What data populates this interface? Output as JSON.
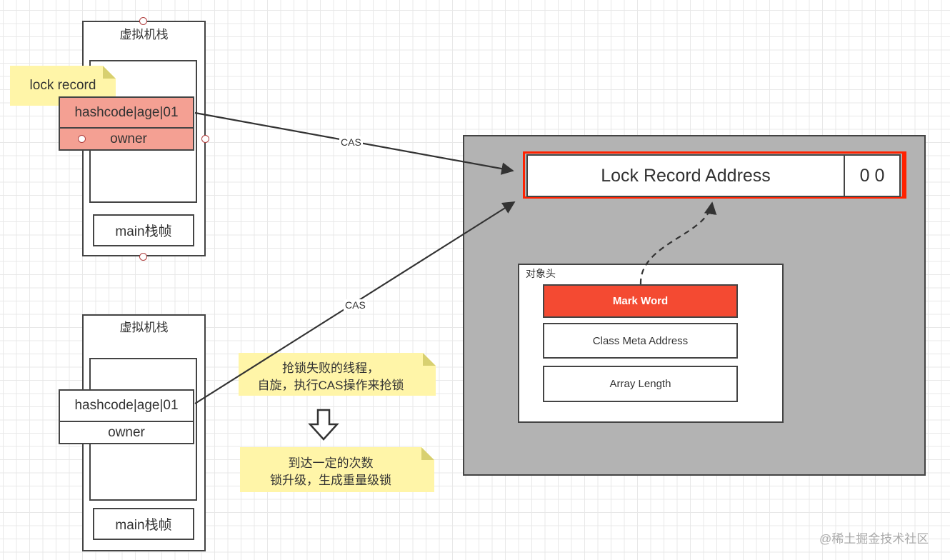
{
  "colors": {
    "owner_cell_fill": "#f4a093",
    "mark_word_fill": "#f44a32",
    "lock_record_border": "#ff2200",
    "object_panel_fill": "#b3b3b3",
    "note_fill": "#fff5a8"
  },
  "thread1": {
    "stack_title": "虚拟机栈",
    "lock_record_note": "lock record",
    "hash_cell": "hashcode|age|01",
    "owner_cell": "owner",
    "main_frame": "main栈帧"
  },
  "thread2": {
    "stack_title": "虚拟机栈",
    "hash_cell": "hashcode|age|01",
    "owner_cell": "owner",
    "main_frame": "main栈帧"
  },
  "arrows": {
    "cas_top": "CAS",
    "cas_bottom": "CAS"
  },
  "notes": {
    "spin": [
      "抢锁失败的线程，",
      "自旋，执行CAS操作来抢锁"
    ],
    "upgrade": [
      "到达一定的次数",
      "锁升级，生成重量级锁"
    ]
  },
  "object": {
    "mark_word_value": "Lock Record Address",
    "lock_bits": "0 0",
    "header_title": "对象头",
    "header_rows": [
      "Mark Word",
      "Class Meta Address",
      "Array Length"
    ]
  },
  "watermark": "@稀土掘金技术社区"
}
